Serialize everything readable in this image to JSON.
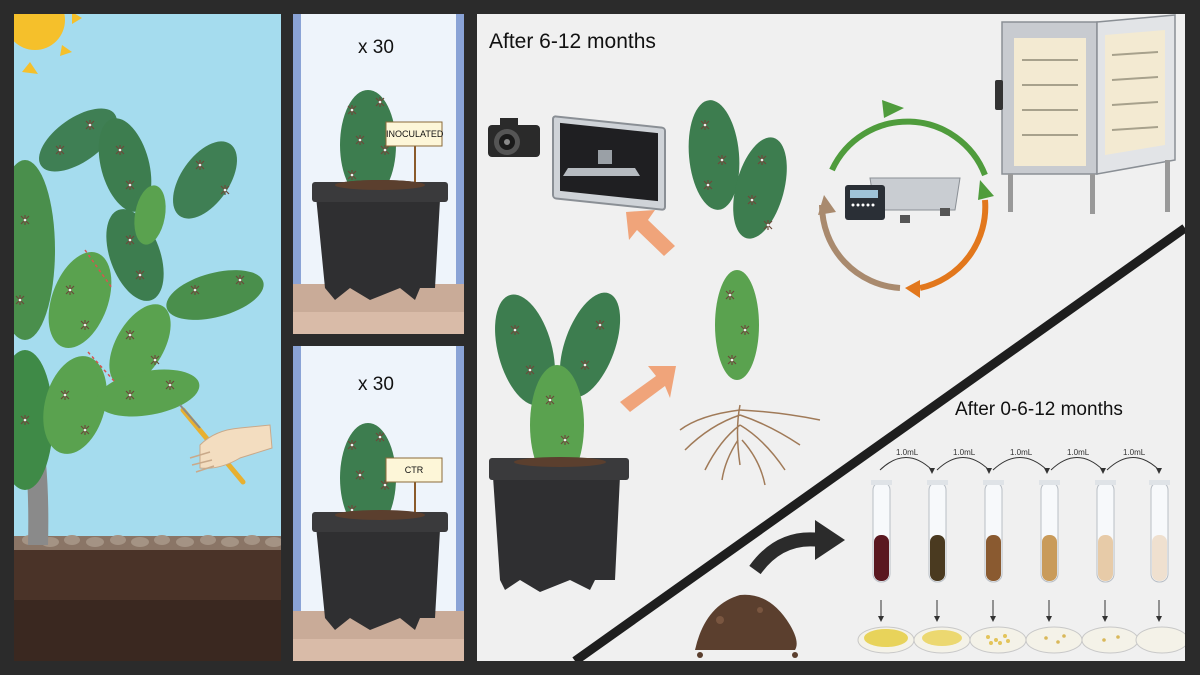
{
  "panels": {
    "field": {},
    "pots": {
      "top": {
        "count": "x 30",
        "tag": "INOCULATED"
      },
      "bottom": {
        "count": "x 30",
        "tag": "CTR"
      }
    },
    "results": {
      "timepoint_top": "After 6-12 months",
      "timepoint_bottom": "After 0-6-12 months",
      "dilution_volumes": [
        "1.0mL",
        "1.0mL",
        "1.0mL",
        "1.0mL",
        "1.0mL"
      ]
    }
  },
  "colors": {
    "frame": "#2b2b2b",
    "sky": "#a5dcee",
    "soil_dark": "#4a3328",
    "cactus": "#5aa24f",
    "cactus_dark": "#3d7d4f",
    "pot": "#2f2f31",
    "arrow_orange": "#f0a47a",
    "cycle_green": "#4f9c3c",
    "cycle_orange": "#e2771c",
    "cycle_brown": "#a98a6e",
    "tube_colors": [
      "#5a1820",
      "#4a3a20",
      "#8a5a30",
      "#c99b5a",
      "#e7cba8",
      "#efe0cf"
    ]
  },
  "icons": [
    "sun-icon",
    "hand-scalpel-icon",
    "camera-icon",
    "monitor-icon",
    "scale-icon",
    "oven-icon",
    "soil-pile-icon",
    "petri-dish-icon",
    "test-tube-icon",
    "roots-icon"
  ]
}
